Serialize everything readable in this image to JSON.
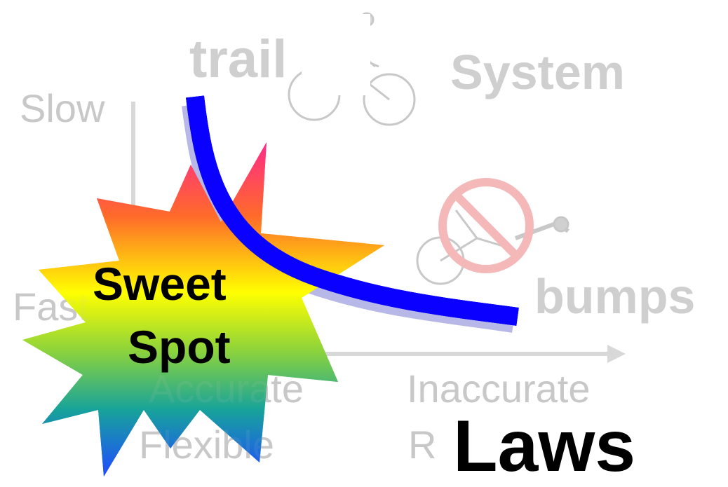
{
  "labels": {
    "trail": "trail",
    "system": "System",
    "slow": "Slow",
    "fast": "Fast",
    "bumps": "bumps",
    "accurate": "Accurate",
    "inaccurate": "Inaccurate",
    "flexible": "Flexible",
    "rigid": "R",
    "laws": "Laws",
    "sweet": "Sweet",
    "spot": "Spot"
  },
  "icons": {
    "bicycle_rider": "bicycle-rider-icon",
    "no_crash": "no-crash-icon"
  },
  "colors": {
    "curve": "#0a00ff",
    "curve_shadow": "#b8b8e8",
    "axis": "#d8d8d8",
    "label_gray": "#c8c8c8",
    "no_symbol": "#f5b8b8"
  }
}
